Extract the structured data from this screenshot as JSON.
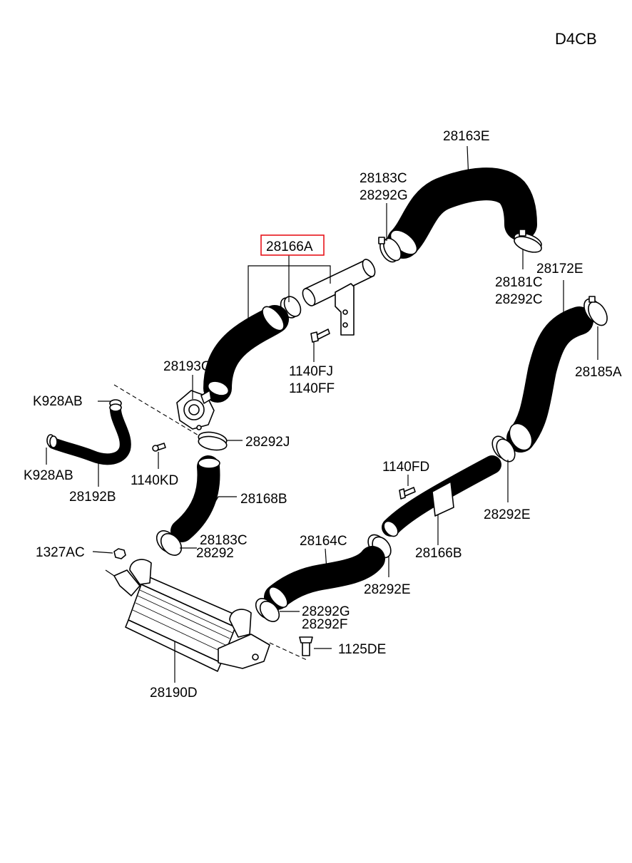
{
  "diagram_code": "D4CB",
  "highlight_color": "#e8141b",
  "labels": {
    "p28163E": "28163E",
    "p28183C_top": "28183C",
    "p28292G_top": "28292G",
    "p28166A": "28166A",
    "p28181C": "28181C",
    "p28292C": "28292C",
    "p28172E": "28172E",
    "p28185A": "28185A",
    "p1140FJ": "1140FJ",
    "p1140FF": "1140FF",
    "p28193C": "28193C",
    "pK928AB_1": "K928AB",
    "pK928AB_2": "K928AB",
    "p28292J": "28292J",
    "p1140KD": "1140KD",
    "p28192B": "28192B",
    "p28168B": "28168B",
    "p1140FD": "1140FD",
    "p28292E_right": "28292E",
    "p28183C_low": "28183C",
    "p28292": "28292",
    "p1327AC": "1327AC",
    "p28164C": "28164C",
    "p28166B": "28166B",
    "p28292E_mid": "28292E",
    "p28292G_low": "28292G",
    "p28292F": "28292F",
    "p1125DE": "1125DE",
    "p28190D": "28190D"
  }
}
